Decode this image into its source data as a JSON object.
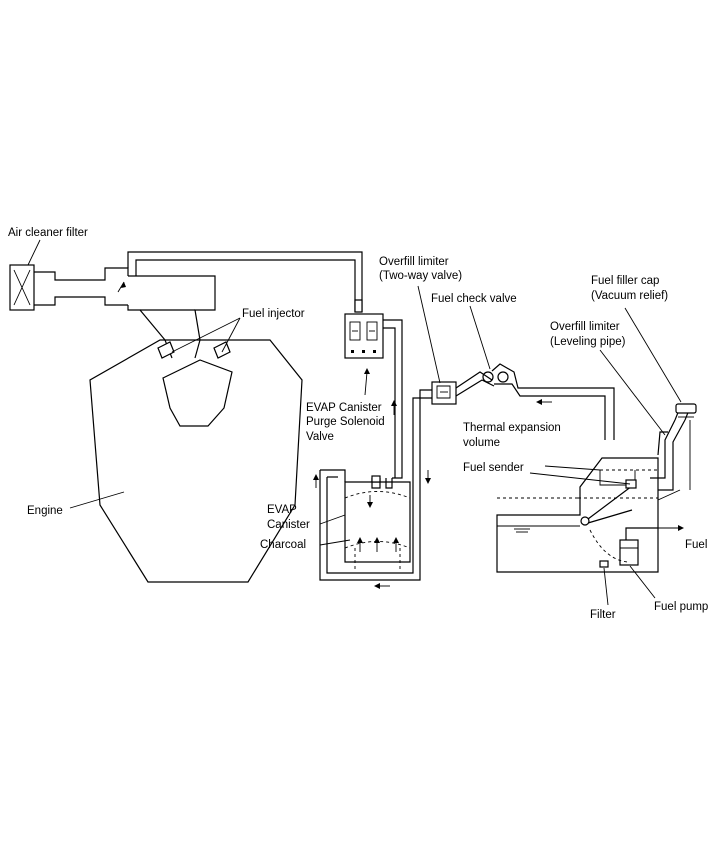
{
  "labels": {
    "air_cleaner_filter": "Air cleaner filter",
    "fuel_injector": "Fuel injector",
    "engine": "Engine",
    "purge_valve_line1": "EVAP Canister",
    "purge_valve_line2": "Purge Solenoid",
    "purge_valve_line3": "Valve",
    "canister_line1": "EVAP",
    "canister_line2": "Canister",
    "charcoal": "Charcoal",
    "overfill_two_way_line1": "Overfill limiter",
    "overfill_two_way_line2": "(Two-way valve)",
    "fuel_check_valve": "Fuel check valve",
    "filler_cap_line1": "Fuel filler cap",
    "filler_cap_line2": "(Vacuum relief)",
    "overfill_leveling_line1": "Overfill limiter",
    "overfill_leveling_line2": "(Leveling pipe)",
    "thermal_line1": "Thermal expansion",
    "thermal_line2": "volume",
    "fuel_sender": "Fuel sender",
    "fuel": "Fuel",
    "filter": "Filter",
    "fuel_pump": "Fuel pump"
  }
}
